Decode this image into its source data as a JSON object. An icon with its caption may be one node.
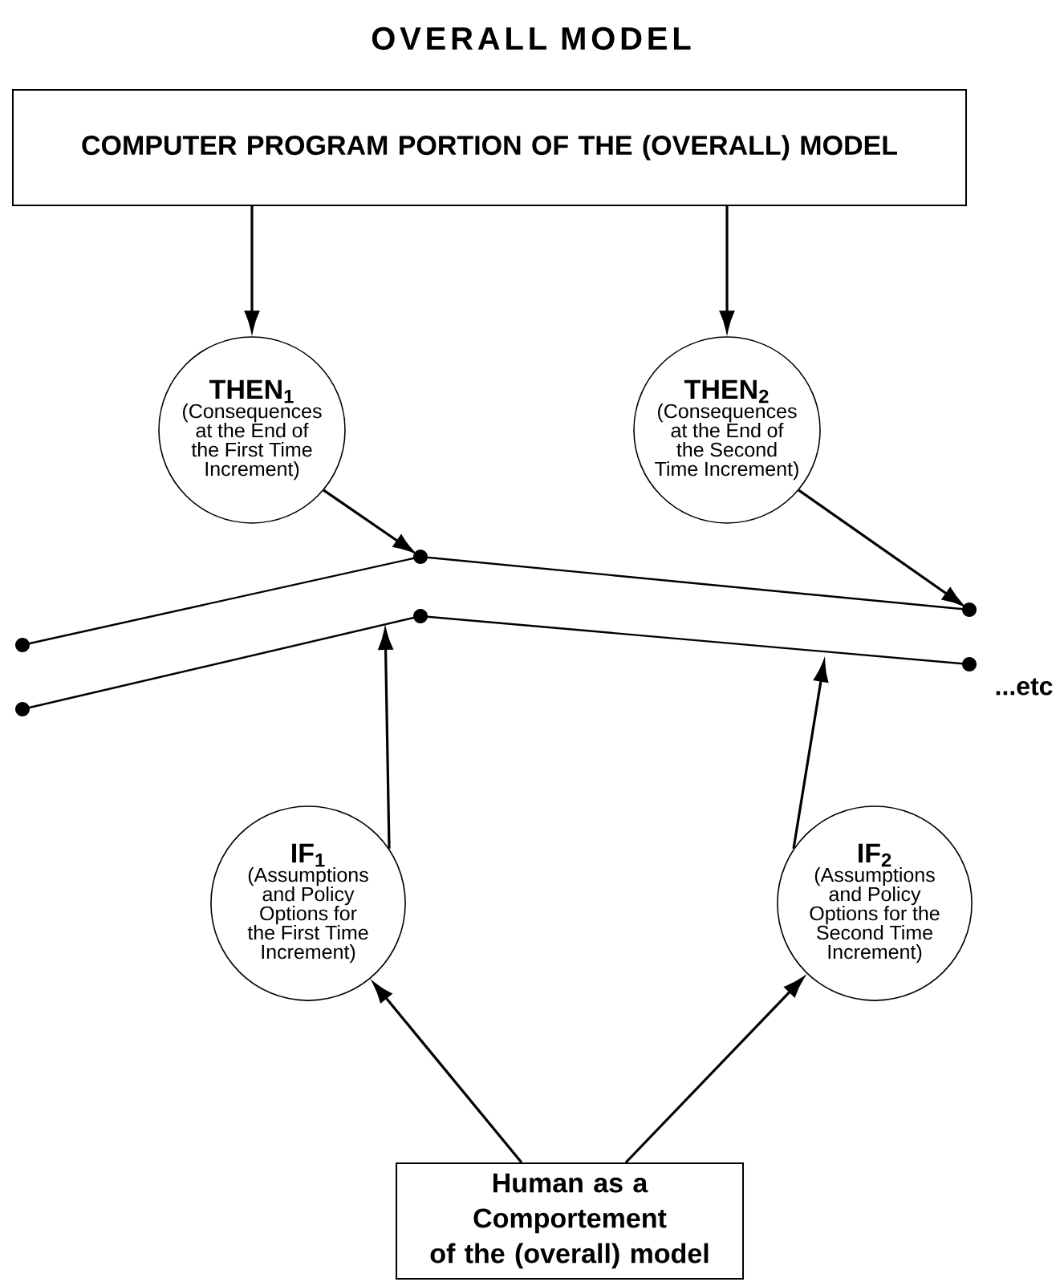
{
  "diagram": {
    "title": "OVERALL MODEL",
    "nodes": [
      {
        "text": [
          "COMPUTER PROGRAM PORTION OF THE (OVERALL) MODEL"
        ]
      },
      {
        "text": [
          "THEN$_{1}$",
          "(Consequences at the End of the First Time Increment)"
        ]
      },
      {
        "text": [
          "THEN$_{2}$",
          "(Consequences at the End of the Second Time Increment)"
        ]
      },
      {
        "text": [],
        "shape": "circle"
      },
      {
        "text": [],
        "shape": "circle"
      },
      {
        "text": [],
        "shape": "circle"
      },
      {
        "text": [],
        "shape": "circle"
      },
      {
        "text": [],
        "shape": "circle"
      },
      {
        "text": [],
        "shape": "circle"
      },
      {
        "text": [
          "IF$_{1}$",
          "(Assumptions and Policy Options for the First Time Increment)"
        ]
      },
      {
        "text": [
          "IF$_{2}$",
          "(Assumptions and Policy Options for the Second Time Increment)"
        ]
      },
      {
        "text": [
          "Human as a Comportement of the (overall) model"
        ]
      }
    ],
    "edges": [
      {
        "from": 0,
        "to": 1,
        "arrow": "to"
      },
      {
        "from": 0,
        "to": 2,
        "arrow": "to"
      },
      {
        "from": 1,
        "to": 4,
        "arrow": "to"
      },
      {
        "from": 2,
        "to": 5,
        "arrow": "to"
      },
      {
        "from": 3,
        "to": 4,
        "arrow": "none"
      },
      {
        "from": 4,
        "to": 5,
        "arrow": "none"
      },
      {
        "from": 6,
        "to": 7,
        "arrow": "none"
      },
      {
        "from": 7,
        "to": 8,
        "arrow": "none"
      },
      {
        "from": 9,
        "to": null,
        "arrow": "to"
      },
      {
        "from": 10,
        "to": null,
        "arrow": "to"
      },
      {
        "from": 11,
        "to": 9,
        "arrow": "to"
      },
      {
        "from": 11,
        "to": 10,
        "arrow": "to"
      }
    ],
    "labels": [
      "...etc"
    ]
  }
}
